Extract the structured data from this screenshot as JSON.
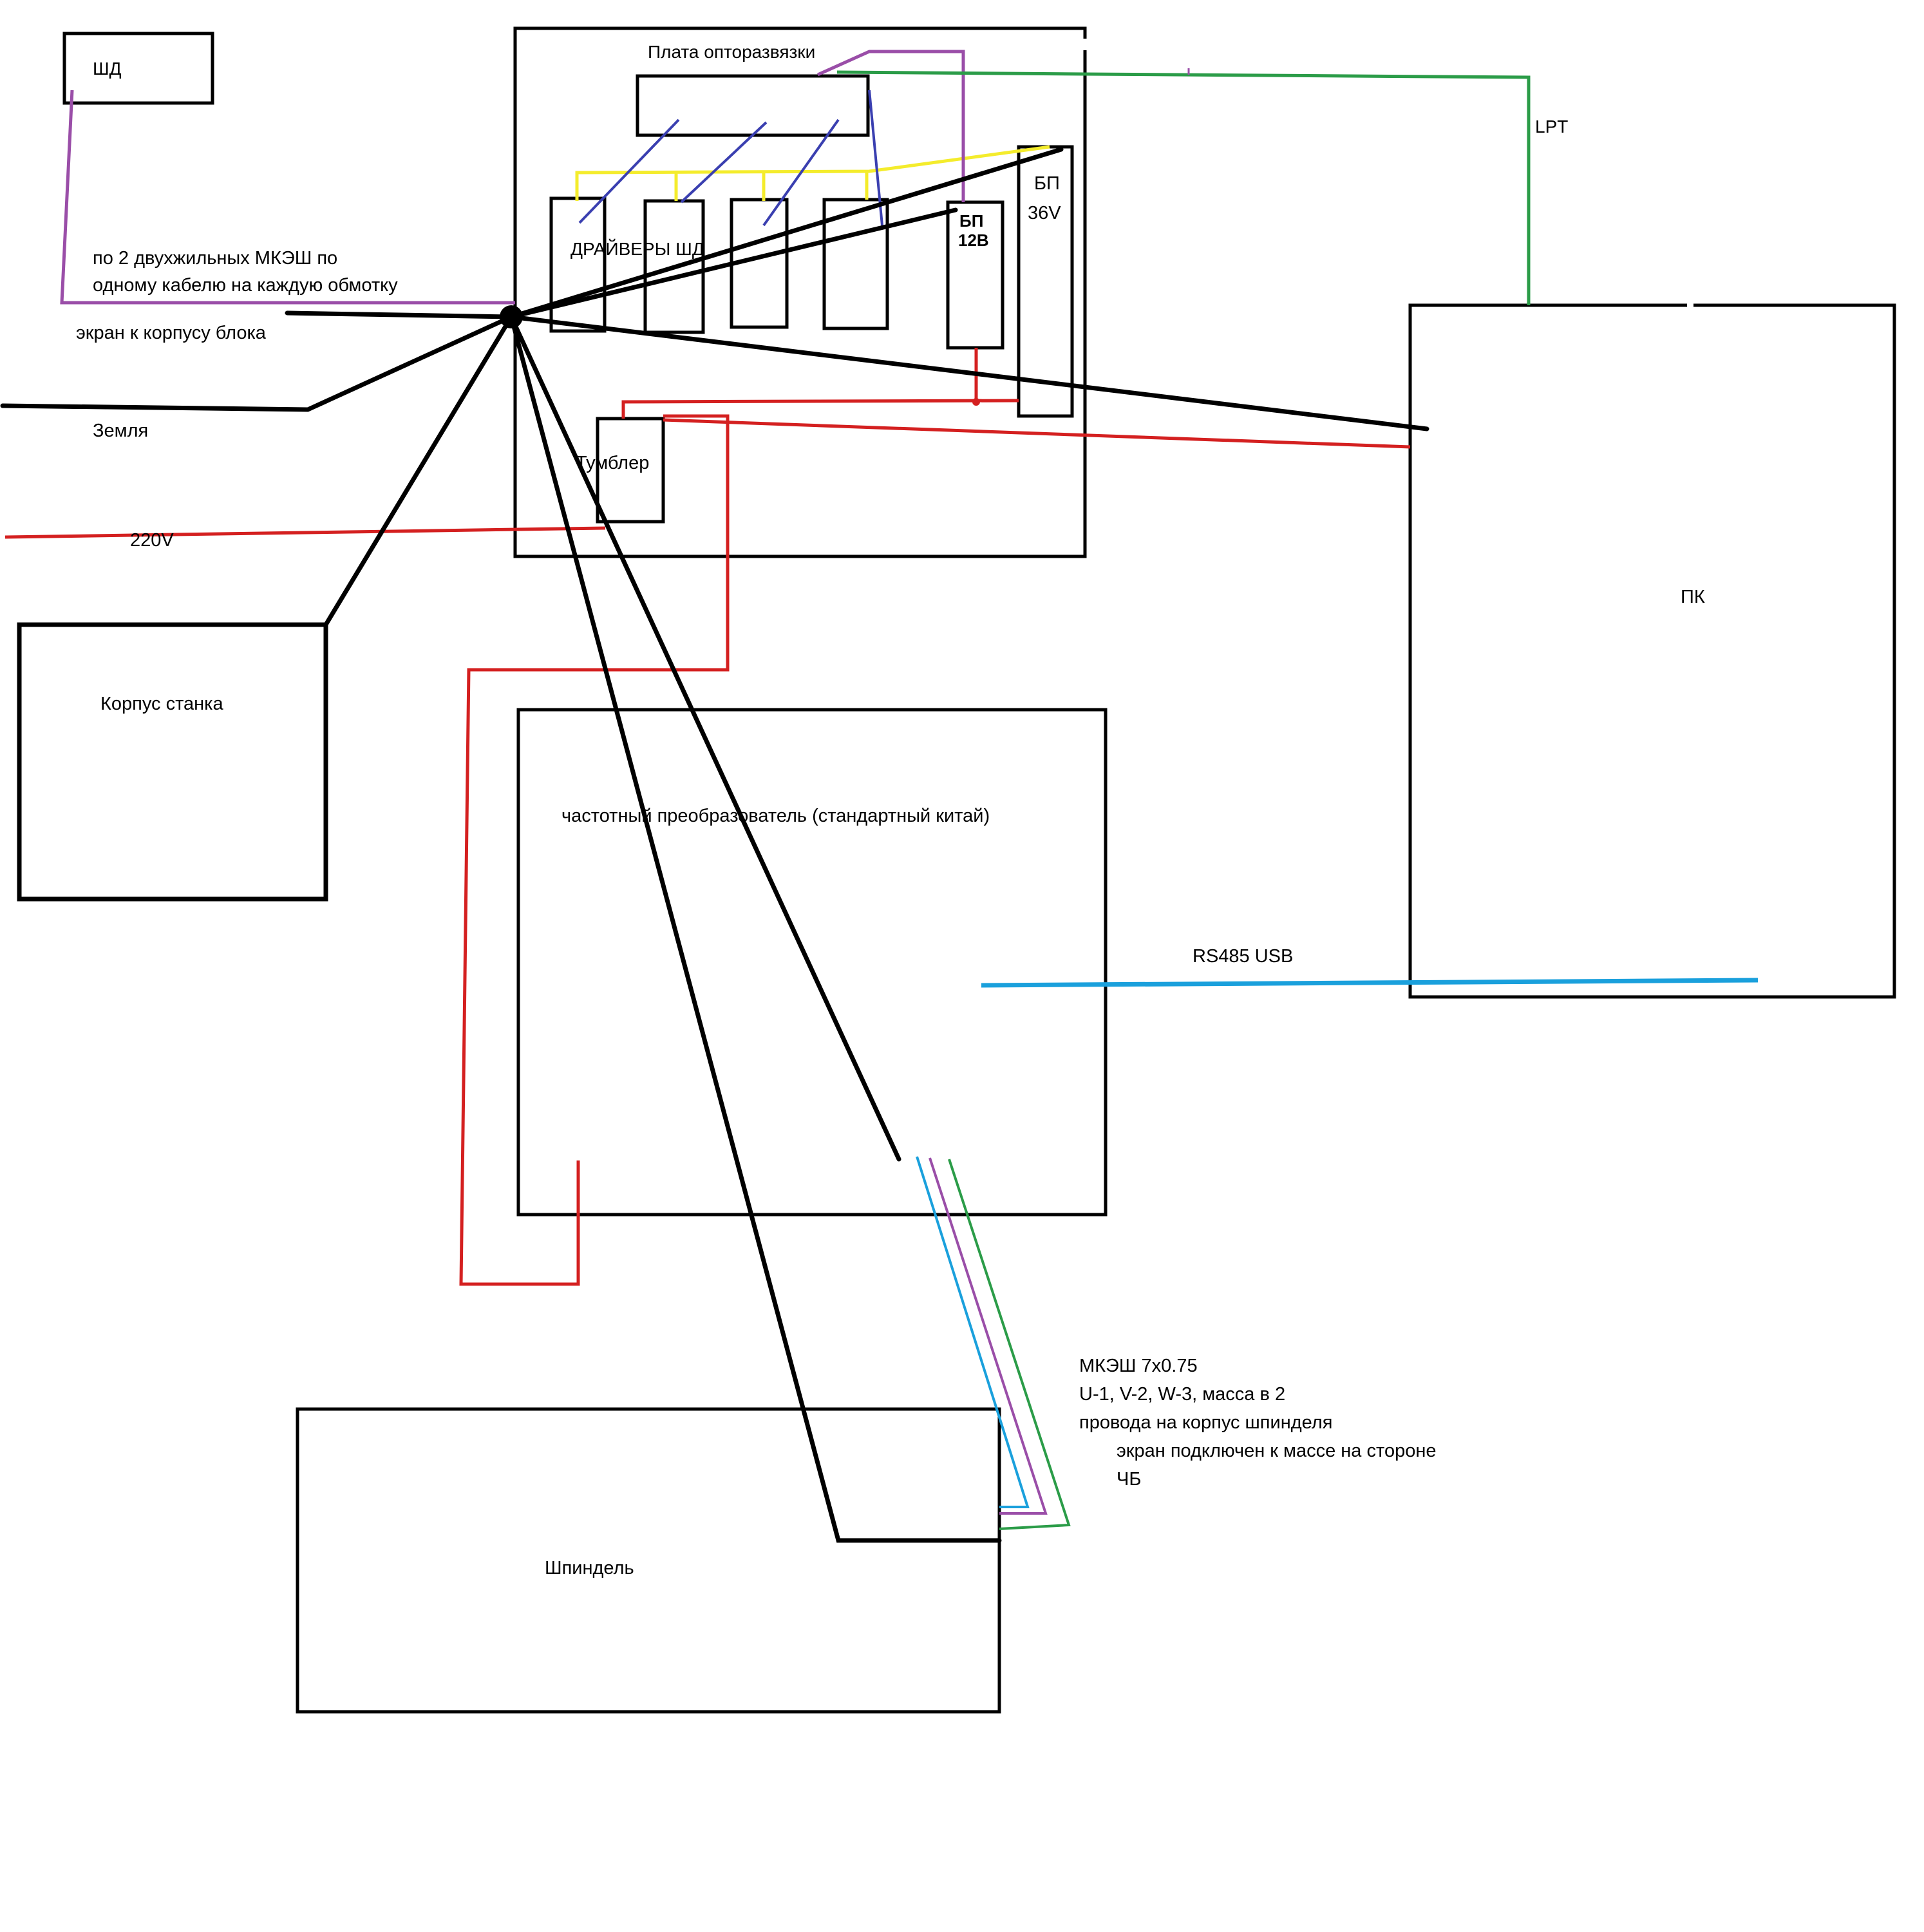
{
  "labels": {
    "shd": "ШД",
    "opto_board": "Плата опторазвязки",
    "drivers": "ДРАЙВЕРЫ ШД",
    "psu12_line1": "БП",
    "psu12_line2": "12В",
    "psu36_line1": "БП",
    "psu36_line2": "36V",
    "lpt": "LPT",
    "cable_note_line1": "по 2 двухжильных МКЭШ по",
    "cable_note_line2": "одному кабелю на каждую обмотку",
    "screen_note": "экран к корпусу блока",
    "ground": "Земля",
    "toggle": "Тумблер",
    "mains": "220V",
    "machine_body": "Корпус станка",
    "pc": "ПК",
    "vfd": "частотный преобразователь (стандартный китай)",
    "rs485": "RS485 USB",
    "spindle_cable_line1": "МКЭШ 7х0.75",
    "spindle_cable_line2": "U-1, V-2, W-3, масса в 2",
    "spindle_cable_line3": "провода на корпус шпинделя",
    "spindle_cable_line4": "экран подключен к массе на стороне",
    "spindle_cable_line5": "ЧБ",
    "spindle": "Шпиндель"
  },
  "colors": {
    "outline": "#000000",
    "ground_wire": "#000000",
    "mains_wire": "#d42020",
    "motor_wire": "#9a4ea8",
    "signal_wire": "#2b9c48",
    "driver_signal": "#3a3fb0",
    "power_bus": "#f4ec2c",
    "rs485_wire": "#1aa0dc",
    "phase_u": "#1aa0dc",
    "phase_v": "#9a4ea8",
    "phase_w": "#2b9c48"
  }
}
